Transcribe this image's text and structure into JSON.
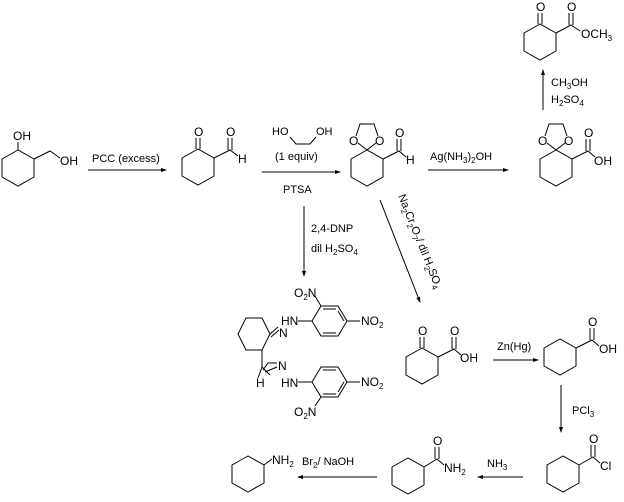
{
  "title": "Reaction scheme of 2-(hydroxymethyl)cyclohexanol",
  "colors": {
    "ink": "#000000",
    "background": "#ffffff"
  },
  "compounds": {
    "start": {
      "name": "2-(hydroxymethyl)cyclohexanol",
      "labels": {
        "oh_ring": "OH",
        "oh_chain": "OH"
      }
    },
    "keto_aldehyde": {
      "name": "2-oxocyclohexane-1-carbaldehyde",
      "labels": {
        "o1": "O",
        "o2": "O",
        "h": "H"
      }
    },
    "acetal_aldehyde": {
      "name": "protected aldehyde (1,4-dioxaspiro)",
      "labels": {
        "o1": "O",
        "o2": "O",
        "o3": "O",
        "h": "H"
      }
    },
    "acetal_acid": {
      "name": "protected carboxylic acid",
      "labels": {
        "o1": "O",
        "o2": "O",
        "o3": "O",
        "oh": "OH"
      }
    },
    "keto_ester": {
      "name": "methyl 2-oxocyclohexanecarboxylate",
      "labels": {
        "o1": "O",
        "o2": "O",
        "och3": "OCH",
        "och3_sub": "3"
      }
    },
    "bis_dnp": {
      "name": "bis-2,4-dinitrophenylhydrazone",
      "labels": {
        "o2n_top": "O",
        "o2n_top_sub": "2",
        "o2n_top_n": "N",
        "hn_top": "HN",
        "n_top": "N",
        "no2_top": "NO",
        "no2_top_sub": "2",
        "h": "H",
        "n_bot": "N",
        "hn_bot": "HN",
        "no2_bot": "NO",
        "no2_bot_sub": "2",
        "o2n_bot": "O",
        "o2n_bot_sub": "2",
        "o2n_bot_n": "N"
      }
    },
    "keto_acid": {
      "name": "2-oxocyclohexanecarboxylic acid",
      "labels": {
        "o1": "O",
        "o2": "O",
        "oh": "OH"
      }
    },
    "cyclohexane_acid": {
      "name": "cyclohexanecarboxylic acid",
      "labels": {
        "o": "O",
        "oh": "OH"
      }
    },
    "acid_chloride": {
      "name": "cyclohexanecarbonyl chloride",
      "labels": {
        "o": "O",
        "cl": "Cl"
      }
    },
    "amide": {
      "name": "cyclohexanecarboxamide",
      "labels": {
        "o": "O",
        "nh2": "NH",
        "nh2_sub": "2"
      }
    },
    "amine": {
      "name": "cyclohexylamine",
      "labels": {
        "nh2": "NH",
        "nh2_sub": "2"
      }
    }
  },
  "reagents": {
    "pcc": "PCC (excess)",
    "diol_ho": "HO",
    "diol_oh": "OH",
    "diol_equiv": "(1 equiv)",
    "ptsa": "PTSA",
    "tollens": {
      "a": "Ag(NH",
      "a_sub": "3",
      "b": ")",
      "b_sub": "2",
      "c": "OH"
    },
    "methanol": {
      "a": "CH",
      "a_sub": "3",
      "b": "OH"
    },
    "h2so4_top": {
      "a": "H",
      "a_sub": "2",
      "b": "SO",
      "b_sub": "4"
    },
    "dnp": "2,4-DNP",
    "dil_h2so4": {
      "a": "dil H",
      "a_sub": "2",
      "b": "SO",
      "b_sub": "4"
    },
    "dichromate": {
      "a": "Na",
      "a_sub": "2",
      "b": "Cr",
      "b_sub": "2",
      "c": "O",
      "c_sub": "7",
      "d": "/ dil H",
      "d_sub": "2",
      "e": "SO",
      "e_sub": "4"
    },
    "clemmensen": "Zn(Hg)",
    "pcl3": {
      "a": "PCl",
      "a_sub": "3"
    },
    "ammonia": {
      "a": "NH",
      "a_sub": "3"
    },
    "hofmann": {
      "a": "Br",
      "a_sub": "2",
      "b": "/ NaOH"
    }
  }
}
